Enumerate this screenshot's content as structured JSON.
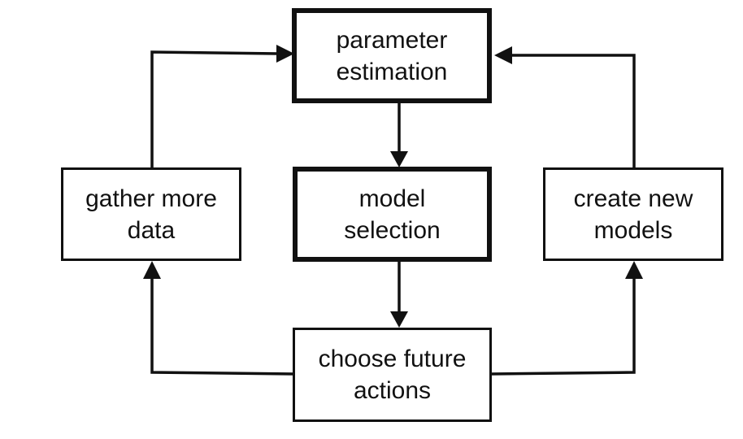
{
  "diagram": {
    "nodes": {
      "parameter_estimation": "parameter\nestimation",
      "model_selection": "model\nselection",
      "gather_more_data": "gather more\ndata",
      "create_new_models": "create new\nmodels",
      "choose_future_actions": "choose future\nactions"
    },
    "edges": [
      {
        "from": "parameter_estimation",
        "to": "model_selection"
      },
      {
        "from": "model_selection",
        "to": "choose_future_actions"
      },
      {
        "from": "choose_future_actions",
        "to": "gather_more_data"
      },
      {
        "from": "choose_future_actions",
        "to": "create_new_models"
      },
      {
        "from": "gather_more_data",
        "to": "parameter_estimation"
      },
      {
        "from": "create_new_models",
        "to": "parameter_estimation"
      }
    ],
    "colors": {
      "stroke": "#111111",
      "background": "#ffffff"
    }
  }
}
